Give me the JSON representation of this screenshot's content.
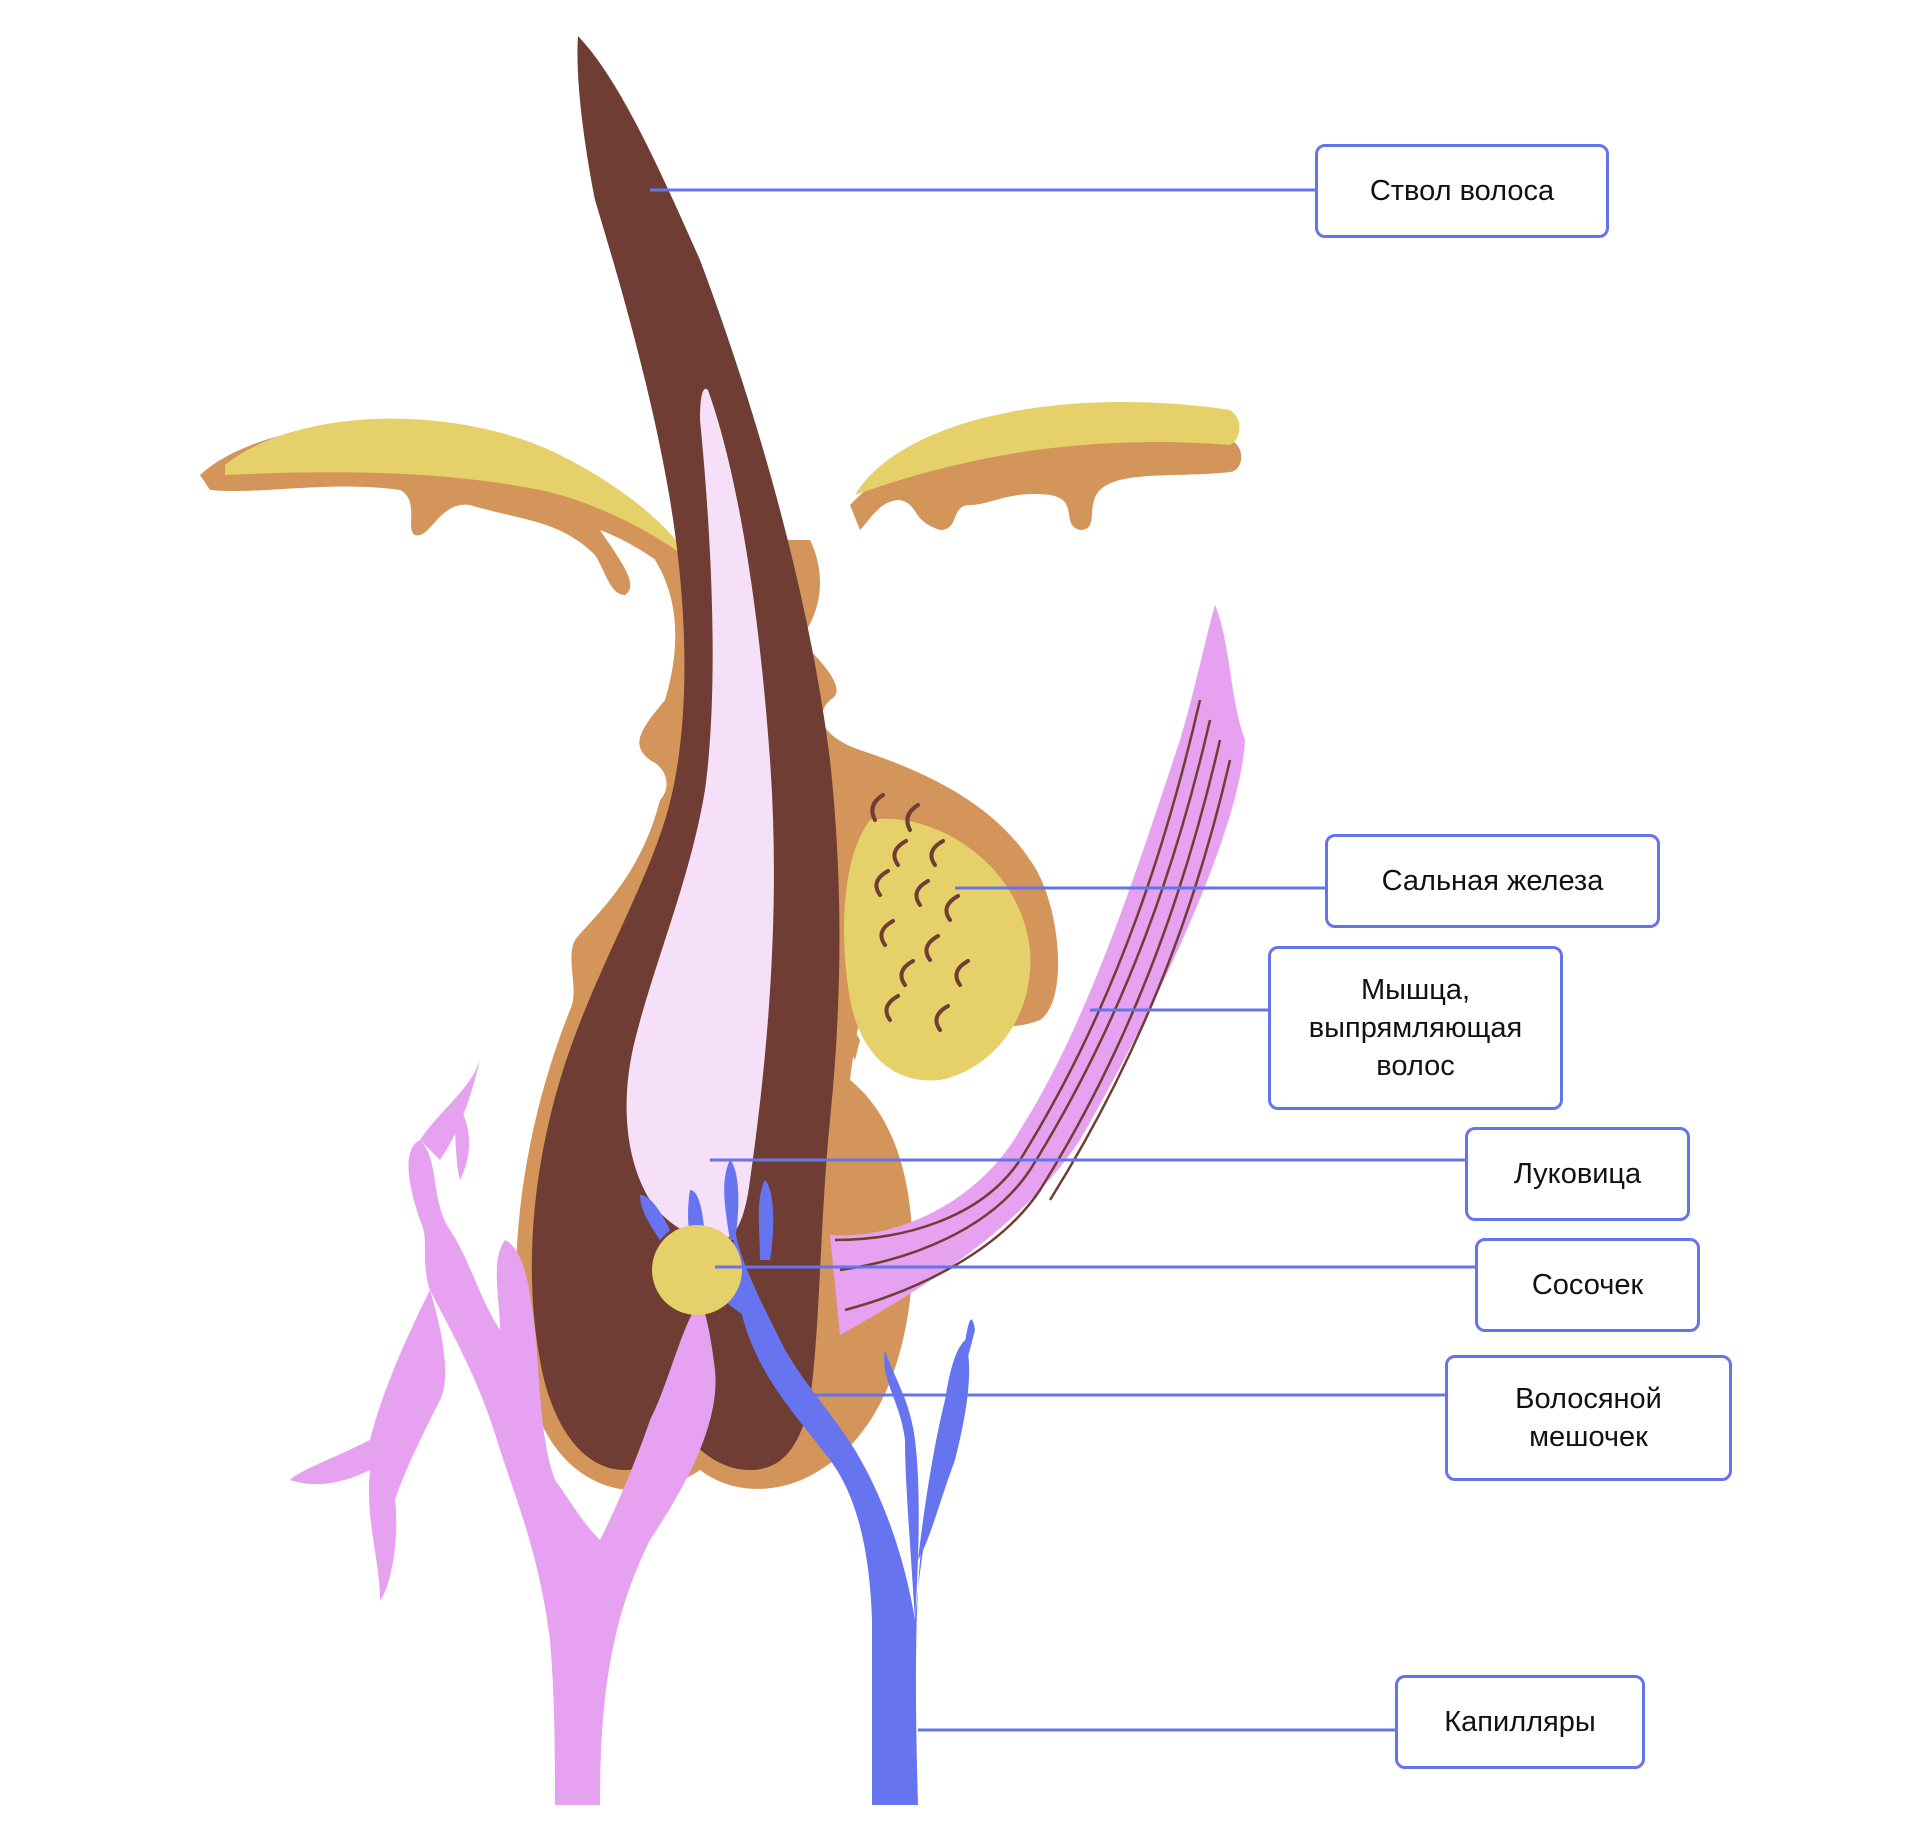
{
  "labels": {
    "shaft": "Ствол волоса",
    "sebaceous_gland": "Сальная железа",
    "arrector_muscle": "Мышца,\nвыпрямляющая\nволос",
    "bulb": "Луковица",
    "papilla": "Сосочек",
    "follicle": "Волосяной\nмешочек",
    "capillaries": "Капилляры"
  },
  "colors": {
    "hair_shaft": "#6f3d33",
    "inner_root": "#f6dff8",
    "skin_outer": "#d4955a",
    "skin_top": "#e5d06a",
    "papilla": "#e5d06a",
    "gland": "#e5d06a",
    "gland_cells": "#6f3d33",
    "muscle": "#e6a2f0",
    "muscle_fibers": "#6f3d33",
    "artery_pink": "#e6a2f0",
    "vein_blue": "#6674f0",
    "callout": "#6674ec"
  }
}
